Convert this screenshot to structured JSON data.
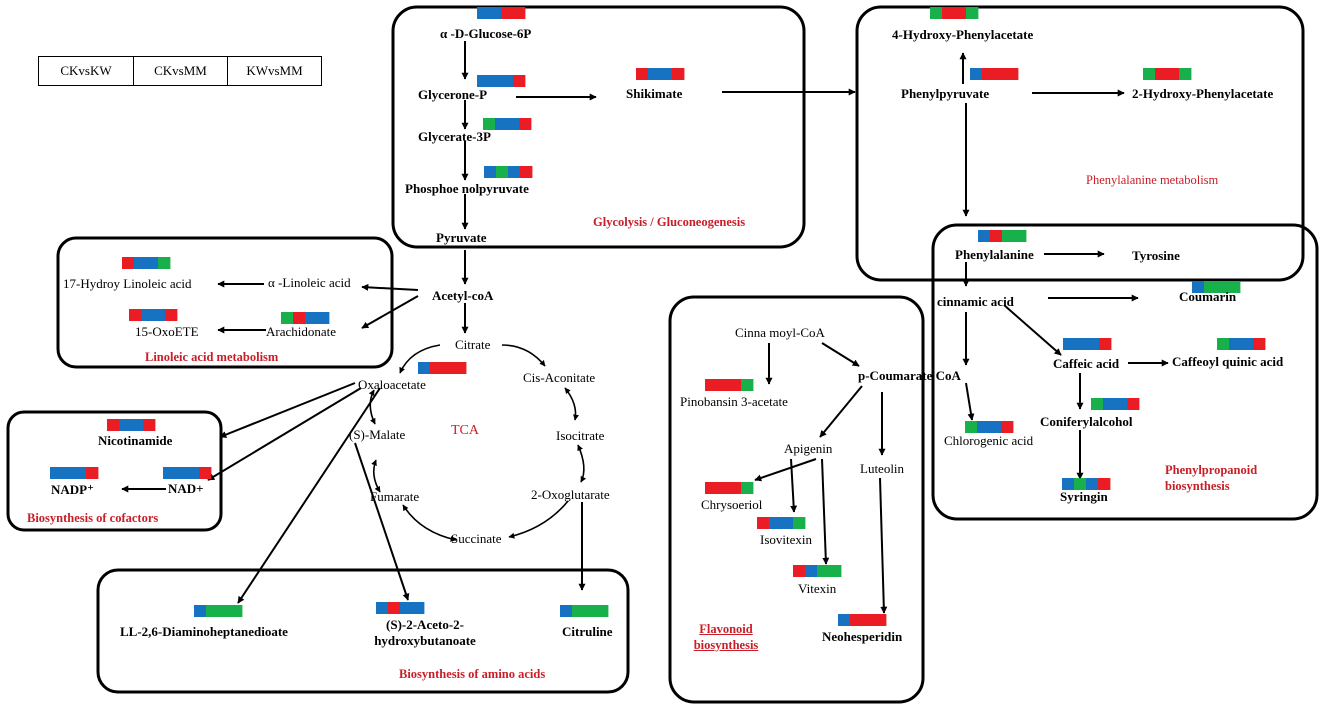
{
  "legend": [
    "CKvsKW",
    "CKvsMM",
    "KWvsMM"
  ],
  "colors": {
    "r": "#ea1c24",
    "b": "#1872c2",
    "g": "#17b04b"
  },
  "regions": [
    {
      "id": "glycolysis",
      "label": "Glycolysis / Gluconeogenesis"
    },
    {
      "id": "phenylalanine",
      "label": "Phenylalanine metabolism"
    },
    {
      "id": "linoleic",
      "label": "Linoleic acid metabolism"
    },
    {
      "id": "cofactors",
      "label": "Biosynthesis of cofactors"
    },
    {
      "id": "amino",
      "label": "Biosynthesis of amino acids"
    },
    {
      "id": "flavonoid",
      "label": "Flavonoid biosynthesis"
    },
    {
      "id": "phenylpropanoid",
      "label": "Phenylpropanoid biosynthesis"
    },
    {
      "id": "tca",
      "label": "TCA"
    }
  ],
  "nodes": [
    {
      "id": "glucose6p",
      "label": "α -D-Glucose-6P",
      "bar": "bbrr"
    },
    {
      "id": "glyceronep",
      "label": "Glycerone-P",
      "bar": "bbbr"
    },
    {
      "id": "glycerate3p",
      "label": "Glycerate-3P",
      "bar": "gbbr"
    },
    {
      "id": "pep",
      "label": "Phosphoe nolpyruvate",
      "bar": "bgbr"
    },
    {
      "id": "pyruvate",
      "label": "Pyruvate",
      "bar": ""
    },
    {
      "id": "shikimate",
      "label": "Shikimate",
      "bar": "rbbr"
    },
    {
      "id": "hydroxyphenylacetate4",
      "label": "4-Hydroxy-Phenylacetate",
      "bar": "grrg"
    },
    {
      "id": "phenylpyruvate",
      "label": "Phenylpyruvate",
      "bar": "brrr"
    },
    {
      "id": "hydroxyphenylacetate2",
      "label": "2-Hydroxy-Phenylacetate",
      "bar": "grrg"
    },
    {
      "id": "phenylalanine",
      "label": "Phenylalanine",
      "bar": "brgg"
    },
    {
      "id": "tyrosine",
      "label": "Tyrosine",
      "bar": ""
    },
    {
      "id": "cinnamic",
      "label": "cinnamic acid",
      "bar": ""
    },
    {
      "id": "coumarin",
      "label": "Coumarin",
      "bar": "bggg"
    },
    {
      "id": "caffeic",
      "label": "Caffeic acid",
      "bar": "bbbr"
    },
    {
      "id": "caffeoylquinic",
      "label": "Caffeoyl quinic acid",
      "bar": "gbbr"
    },
    {
      "id": "coumaratecoa",
      "label": "p-Coumarate CoA",
      "bar": ""
    },
    {
      "id": "chlorogenic",
      "label": "Chlorogenic acid",
      "bar": "gbbr"
    },
    {
      "id": "coniferyl",
      "label": "Coniferylalcohol",
      "bar": "gbbr"
    },
    {
      "id": "syringin",
      "label": "Syringin",
      "bar": "bgbr"
    },
    {
      "id": "cinnamoylcoa",
      "label": "Cinna moyl-CoA",
      "bar": ""
    },
    {
      "id": "pinobansin",
      "label": "Pinobansin 3-acetate",
      "bar": "rrrg"
    },
    {
      "id": "apigenin",
      "label": "Apigenin",
      "bar": ""
    },
    {
      "id": "luteolin",
      "label": "Luteolin",
      "bar": ""
    },
    {
      "id": "chrysoeriol",
      "label": "Chrysoeriol",
      "bar": "rrrg"
    },
    {
      "id": "isovitexin",
      "label": "Isovitexin",
      "bar": "rbbg"
    },
    {
      "id": "vitexin",
      "label": "Vitexin",
      "bar": "rbgg"
    },
    {
      "id": "neohesperidin",
      "label": "Neohesperidin",
      "bar": "brrr"
    },
    {
      "id": "linoleic17",
      "label": "17-Hydroy Linoleic acid",
      "bar": "rbbg"
    },
    {
      "id": "alinoleic",
      "label": "α -Linoleic acid",
      "bar": ""
    },
    {
      "id": "oxoete",
      "label": "15-OxoETE",
      "bar": "rbbr"
    },
    {
      "id": "arachidonate",
      "label": "Arachidonate",
      "bar": "grbb"
    },
    {
      "id": "acetylcoa",
      "label": "Acetyl-coA",
      "bar": ""
    },
    {
      "id": "citrate",
      "label": "Citrate",
      "bar": ""
    },
    {
      "id": "cisaconitate",
      "label": "Cis-Aconitate",
      "bar": ""
    },
    {
      "id": "isocitrate",
      "label": "Isocitrate",
      "bar": ""
    },
    {
      "id": "oxoglutarate",
      "label": "2-Oxoglutarate",
      "bar": ""
    },
    {
      "id": "succinate",
      "label": "Succinate",
      "bar": ""
    },
    {
      "id": "fumarate",
      "label": "Fumarate",
      "bar": ""
    },
    {
      "id": "malate",
      "label": "(S)-Malate",
      "bar": ""
    },
    {
      "id": "oxaloacetate",
      "label": "Oxaloacetate",
      "bar": "brrr"
    },
    {
      "id": "nicotinamide",
      "label": "Nicotinamide",
      "bar": "rbbr"
    },
    {
      "id": "nadp",
      "label": "NADP⁺",
      "bar": "bbbr"
    },
    {
      "id": "nad",
      "label": "NAD+",
      "bar": "bbbr"
    },
    {
      "id": "diaminoheptanedioate",
      "label": "LL-2,6-Diaminoheptanedioate",
      "bar": "bggg"
    },
    {
      "id": "acetohydroxybutanoate",
      "label": "(S)-2-Aceto-2-hydroxybutanoate",
      "bar": "brbb"
    },
    {
      "id": "citruline",
      "label": "Citruline",
      "bar": "bggg"
    }
  ]
}
